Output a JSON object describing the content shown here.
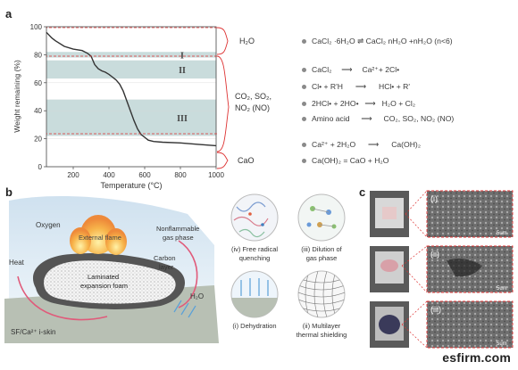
{
  "panel_a": {
    "label": "a",
    "chart_data": {
      "type": "line",
      "xlabel": "Temperature (°C)",
      "ylabel": "Weight remaining (%)",
      "xlim": [
        50,
        1000
      ],
      "ylim": [
        0,
        100
      ],
      "xticks": [
        "200",
        "400",
        "600",
        "800",
        "1000"
      ],
      "yticks": [
        "0",
        "20",
        "40",
        "60",
        "80",
        "100"
      ],
      "x": [
        50,
        80,
        100,
        150,
        200,
        250,
        280,
        300,
        320,
        340,
        360,
        380,
        400,
        420,
        440,
        460,
        480,
        500,
        520,
        540,
        560,
        580,
        600,
        620,
        650,
        700,
        800,
        900,
        1000
      ],
      "y": [
        96,
        92,
        90,
        86,
        84,
        83,
        81,
        79,
        73,
        70,
        68.5,
        67.5,
        66,
        64,
        62,
        59,
        54,
        47,
        40,
        33,
        27,
        23,
        21,
        19,
        18,
        17.5,
        17,
        16,
        15
      ],
      "bands": [
        {
          "label": "I",
          "from": 78,
          "to": 82
        },
        {
          "label": "II",
          "from": 63,
          "to": 76
        },
        {
          "label": "III",
          "from": 22,
          "to": 48
        }
      ],
      "band_color": "#c9dcdc",
      "curve_color": "#333333"
    },
    "brackets": [
      {
        "label": "H₂O"
      },
      {
        "label_line1": "CO₂, SO₂,",
        "label_line2": "NO₂ (NO)"
      },
      {
        "label": "CaO"
      }
    ],
    "reactions": [
      {
        "text": "CaCl₂ ·6H₂O ⇌ CaCl₂ nH₂O +nH₂O  (n<6)"
      },
      {
        "left": "CaCl₂",
        "right": "Ca²⁺+ 2Cl•"
      },
      {
        "left": "Cl• + R'H",
        "right": "HCl• + R'"
      },
      {
        "left": "2HCl• + 2HO•",
        "right": "H₂O + Cl₂"
      },
      {
        "left": "Amino acid",
        "right": "CO₂, SO₂, NO₂ (NO)"
      },
      {
        "left": "Ca²⁺ + 2H₂O",
        "right": "Ca(OH)₂"
      },
      {
        "text": "Ca(OH)₂ = CaO + H₂O"
      }
    ]
  },
  "panel_b": {
    "label": "b",
    "labels": {
      "oxygen": "Oxygen",
      "flame": "External flame",
      "nonflammable_1": "Nonflammable",
      "nonflammable_2": "gas phase",
      "carbon_1": "Carbon",
      "carbon_2": "layer",
      "heat": "Heat",
      "foam_1": "Laminated",
      "foam_2": "expansion foam",
      "water": "H₂O",
      "skin": "SF/Ca²⁺ i-skin"
    },
    "mechanisms": [
      {
        "line1": "(iv) Free radical",
        "line2": "quenching"
      },
      {
        "line1": "(iii) Dilution of",
        "line2": "gas phase"
      },
      {
        "line1": "(i) Dehydration",
        "line2": ""
      },
      {
        "line1": "(ii) Multilayer",
        "line2": "thermal shielding"
      }
    ]
  },
  "panel_c": {
    "label": "c",
    "images": [
      {
        "label": "(i)",
        "scale": "5um"
      },
      {
        "label": "(ii)",
        "scale": "5um"
      },
      {
        "label": "(iii)",
        "scale": "5um"
      }
    ]
  },
  "watermark": "esfirm.com"
}
